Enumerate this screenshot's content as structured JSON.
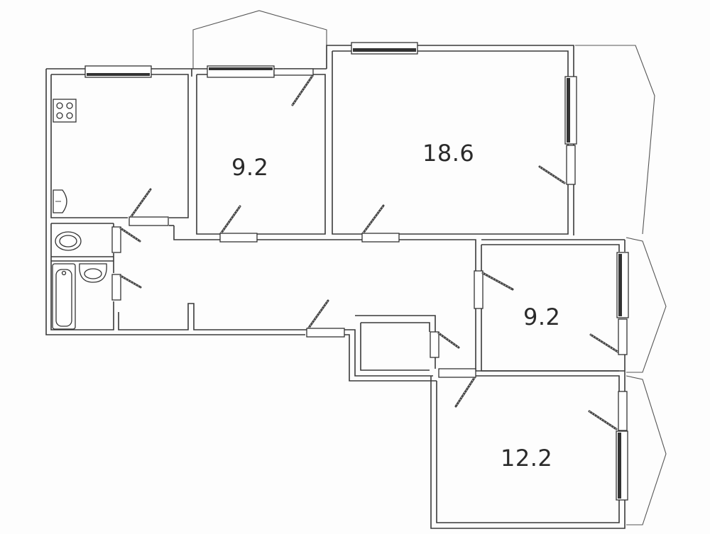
{
  "floor_plan": {
    "rooms": [
      {
        "id": "room-1",
        "area": "9.2"
      },
      {
        "id": "room-2",
        "area": "18.6"
      },
      {
        "id": "room-3",
        "area": "9.2"
      },
      {
        "id": "room-4",
        "area": "12.2"
      }
    ],
    "fixtures": [
      "stove-icon",
      "kitchen-sink-icon",
      "toilet-icon",
      "bathtub-icon",
      "washbasin-icon"
    ],
    "colors": {
      "line": "#333333",
      "background": "#fdfdfd"
    }
  }
}
